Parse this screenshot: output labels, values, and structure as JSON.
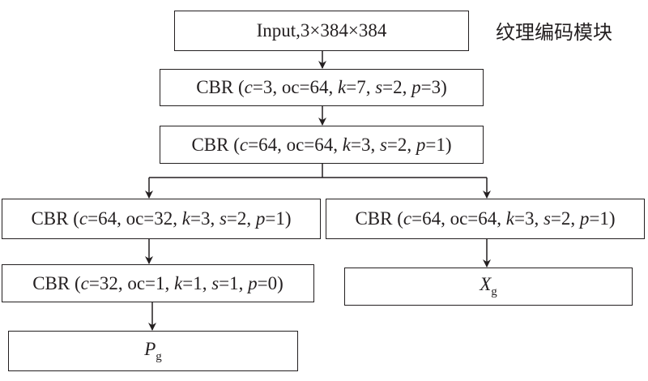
{
  "title": "纹理编码模块",
  "nodes": {
    "input": {
      "text": "Input,3×384×384"
    },
    "cbr1": {
      "prefix": "CBR (",
      "c_label": "c",
      "c_val": "=3, oc=64, ",
      "k_label": "k",
      "k_val": "=7, ",
      "s_label": "s",
      "s_val": "=2, ",
      "p_label": "p",
      "p_val": "=3)"
    },
    "cbr2": {
      "prefix": "CBR (",
      "c_label": "c",
      "c_val": "=64, oc=64, ",
      "k_label": "k",
      "k_val": "=3, ",
      "s_label": "s",
      "s_val": "=2, ",
      "p_label": "p",
      "p_val": "=1)"
    },
    "cbr_left": {
      "prefix": "CBR (",
      "c_label": "c",
      "c_val": "=64, oc=32, ",
      "k_label": "k",
      "k_val": "=3, ",
      "s_label": "s",
      "s_val": "=2, ",
      "p_label": "p",
      "p_val": "=1)"
    },
    "cbr_right": {
      "prefix": "CBR (",
      "c_label": "c",
      "c_val": "=64, oc=64, ",
      "k_label": "k",
      "k_val": "=3, ",
      "s_label": "s",
      "s_val": "=2, ",
      "p_label": "p",
      "p_val": "=1)"
    },
    "cbr_left2": {
      "prefix": "CBR (",
      "c_label": "c",
      "c_val": "=32, oc=1, ",
      "k_label": "k",
      "k_val": "=1, ",
      "s_label": "s",
      "s_val": "=1, ",
      "p_label": "p",
      "p_val": "=0)"
    },
    "xg": {
      "main": "X",
      "sub": "g"
    },
    "pg": {
      "main": "P",
      "sub": "g"
    }
  },
  "colors": {
    "stroke": "#231f20",
    "background": "#ffffff"
  }
}
